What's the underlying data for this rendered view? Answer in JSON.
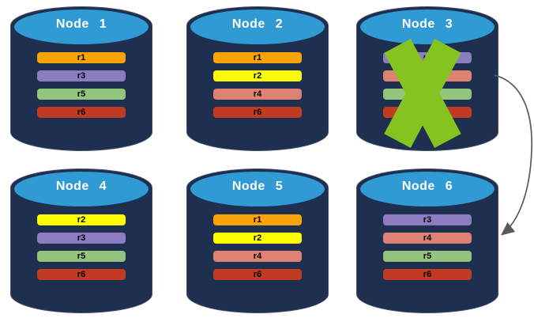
{
  "diagram": {
    "background": "#FFFFFF",
    "cylinder_body_color": "#1E2F50",
    "cylinder_top_color": "#2F9AD3",
    "title_text_color": "#FFFFFF",
    "replica_text_color": "#000000",
    "failure_x_color": "#85C320",
    "arrow_color": "#595959",
    "nodes": [
      {
        "label": "Node 1",
        "failed": false,
        "replicas": [
          {
            "id": "r1",
            "color": "#F9A306"
          },
          {
            "id": "r3",
            "color": "#8E7CC3"
          },
          {
            "id": "r5",
            "color": "#93C47D"
          },
          {
            "id": "r6",
            "color": "#C13B22"
          }
        ]
      },
      {
        "label": "Node 2",
        "failed": false,
        "replicas": [
          {
            "id": "r1",
            "color": "#F9A306"
          },
          {
            "id": "r2",
            "color": "#FDFF00"
          },
          {
            "id": "r4",
            "color": "#DD8172"
          },
          {
            "id": "r6",
            "color": "#C13B22"
          }
        ]
      },
      {
        "label": "Node 3",
        "failed": true,
        "replicas": [
          {
            "id": "r3",
            "color": "#8E7CC3"
          },
          {
            "id": "r4",
            "color": "#DD8172"
          },
          {
            "id": "r5",
            "color": "#93C47D"
          },
          {
            "id": "r6",
            "color": "#C13B22"
          }
        ]
      },
      {
        "label": "Node 4",
        "failed": false,
        "replicas": [
          {
            "id": "r2",
            "color": "#FDFF00"
          },
          {
            "id": "r3",
            "color": "#8E7CC3"
          },
          {
            "id": "r5",
            "color": "#93C47D"
          },
          {
            "id": "r6",
            "color": "#C13B22"
          }
        ]
      },
      {
        "label": "Node 5",
        "failed": false,
        "replicas": [
          {
            "id": "r1",
            "color": "#F9A306"
          },
          {
            "id": "r2",
            "color": "#FDFF00"
          },
          {
            "id": "r4",
            "color": "#DD8172"
          },
          {
            "id": "r6",
            "color": "#C13B22"
          }
        ]
      },
      {
        "label": "Node 6",
        "failed": false,
        "replicas": [
          {
            "id": "r3",
            "color": "#8E7CC3"
          },
          {
            "id": "r4",
            "color": "#DD8172"
          },
          {
            "id": "r5",
            "color": "#93C47D"
          },
          {
            "id": "r6",
            "color": "#C13B22"
          }
        ]
      }
    ],
    "arrow": {
      "from": "Node 3",
      "to": "Node 6"
    }
  }
}
